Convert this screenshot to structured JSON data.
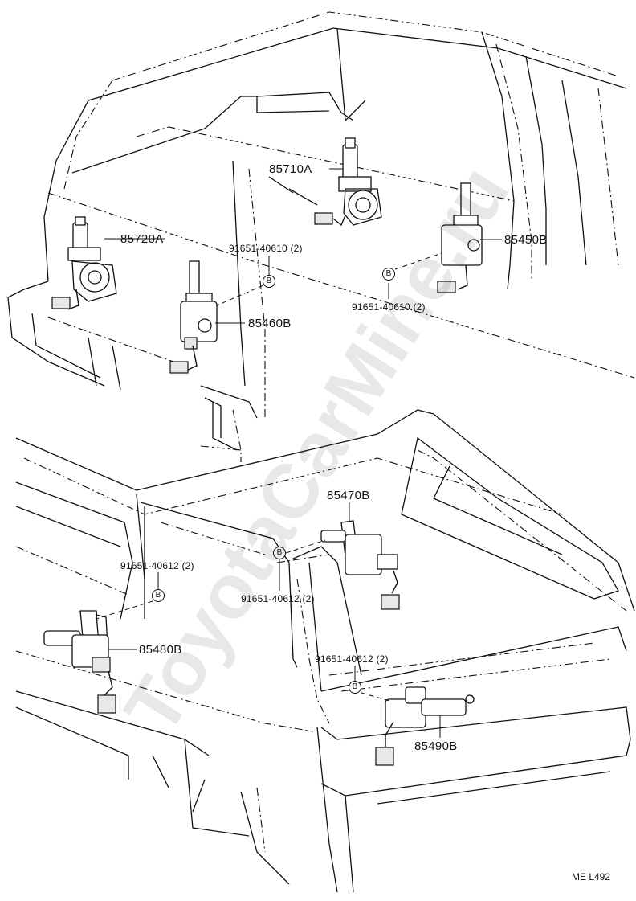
{
  "labels": {
    "p85710": "85710A",
    "p85720": "85720A",
    "p85450": "85450B",
    "p85460": "85460B",
    "p85470": "85470B",
    "p85480": "85480B",
    "p85490": "85490B",
    "bolt_upper_left": "91651-40610 (2)",
    "bolt_upper_right": "91651-40610 (2)",
    "bolt_lower_left": "91651-40612 (2)",
    "bolt_lower_mid": "91651-40612 (2)",
    "bolt_lower_right": "91651-40612 (2)",
    "bolt_symbol": "B"
  },
  "watermark": "ToyotaCarMine.ru",
  "diagram_code": "ME L492"
}
